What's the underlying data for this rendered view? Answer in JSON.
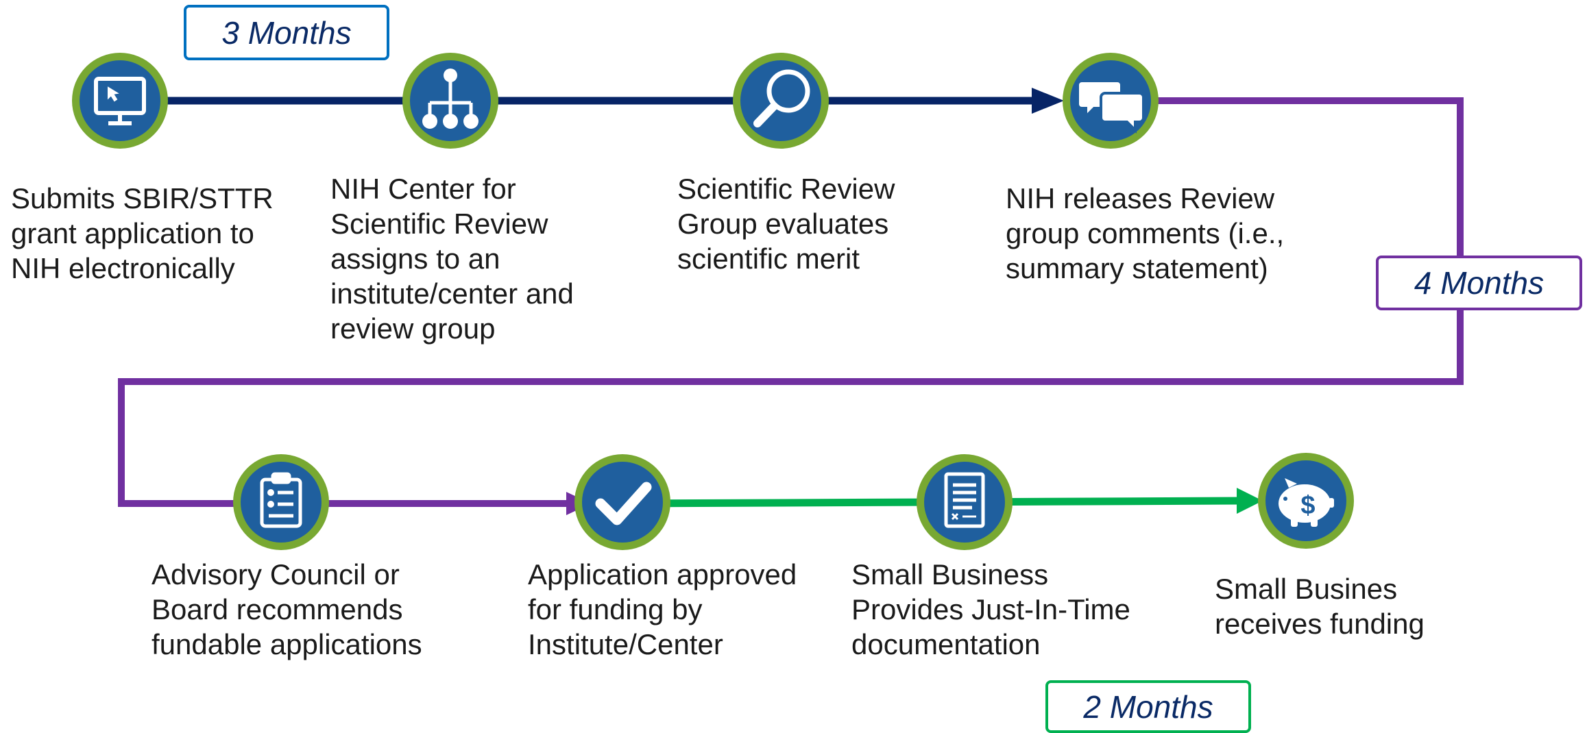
{
  "colors": {
    "navy_line": "#072466",
    "purple_line": "#7030a0",
    "green_line": "#00b050",
    "icon_fill": "#1f5f9e",
    "icon_ring": "#78a832",
    "text": "#1a1a1a",
    "duration_text": "#0a2a66"
  },
  "durations": [
    {
      "label": "3 Months",
      "border": "#0070c0"
    },
    {
      "label": "4 Months",
      "border": "#7030a0"
    },
    {
      "label": "2 Months",
      "border": "#00b050"
    }
  ],
  "steps": [
    {
      "icon": "computer-monitor-icon",
      "text": "Submits SBIR/STTR\ngrant application to\nNIH electronically"
    },
    {
      "icon": "org-chart-icon",
      "text": "NIH Center for\nScientific Review\nassigns to an\ninstitute/center and\nreview group"
    },
    {
      "icon": "magnifying-glass-icon",
      "text": "Scientific Review\nGroup evaluates\nscientific merit"
    },
    {
      "icon": "speech-bubbles-icon",
      "text": "NIH releases Review\ngroup comments (i.e.,\nsummary statement)"
    },
    {
      "icon": "clipboard-checklist-icon",
      "text": "Advisory Council or\nBoard recommends\nfundable applications"
    },
    {
      "icon": "checkmark-icon",
      "text": "Application approved\nfor funding by\nInstitute/Center"
    },
    {
      "icon": "document-icon",
      "text": "Small Business\nProvides Just-In-Time\ndocumentation"
    },
    {
      "icon": "piggy-bank-icon",
      "text": "Small Busines\nreceives funding"
    }
  ]
}
